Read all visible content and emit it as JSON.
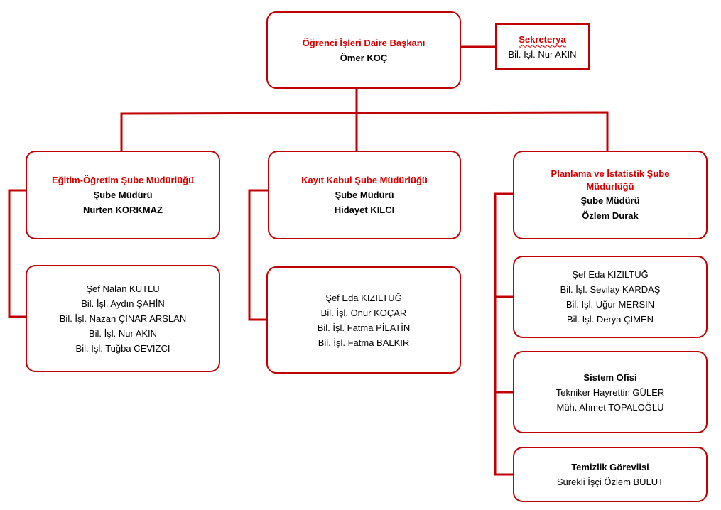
{
  "head": {
    "title": "Öğrenci İşleri Daire Başkanı",
    "name": "Ömer KOÇ"
  },
  "secretary": {
    "title": "Sekreterya",
    "person": "Bil. İşl. Nur AKIN"
  },
  "units": [
    {
      "title": "Eğitim-Öğretim Şube Müdürlüğü",
      "role": "Şube Müdürü",
      "name": "Nurten KORKMAZ",
      "staff": [
        "Şef Nalan KUTLU",
        "Bil. İşl. Aydın ŞAHİN",
        "Bil. İşl. Nazan ÇINAR ARSLAN",
        "Bil. İşl. Nur AKIN",
        "Bil. İşl. Tuğba CEVİZCİ"
      ]
    },
    {
      "title": "Kayıt Kabul Şube Müdürlüğü",
      "role": "Şube Müdürü",
      "name": "Hidayet KILCI",
      "staff": [
        "Şef Eda KIZILTUĞ",
        "Bil. İşl. Onur KOÇAR",
        "Bil. İşl. Fatma PİLATİN",
        "Bil. İşl. Fatma BALKIR"
      ]
    },
    {
      "title_line1": "Planlama ve İstatistik Şube",
      "title_line2": "Müdürlüğü",
      "role": "Şube Müdürü",
      "name": "Özlem Durak",
      "staff": [
        "Şef Eda KIZILTUĞ",
        "Bil. İşl. Sevilay KARDAŞ",
        "Bil. İşl. Uğur MERSİN",
        "Bil. İşl. Derya ÇİMEN"
      ],
      "system_office": {
        "title": "Sistem Ofisi",
        "members": [
          "Tekniker Hayrettin GÜLER",
          "Müh. Ahmet TOPALOĞLU"
        ]
      },
      "cleaning": {
        "title": "Temizlik Görevlisi",
        "member": "Sürekli İşçi Özlem BULUT"
      }
    }
  ],
  "colors": {
    "accent": "#c00000",
    "title_text": "#d40000"
  }
}
